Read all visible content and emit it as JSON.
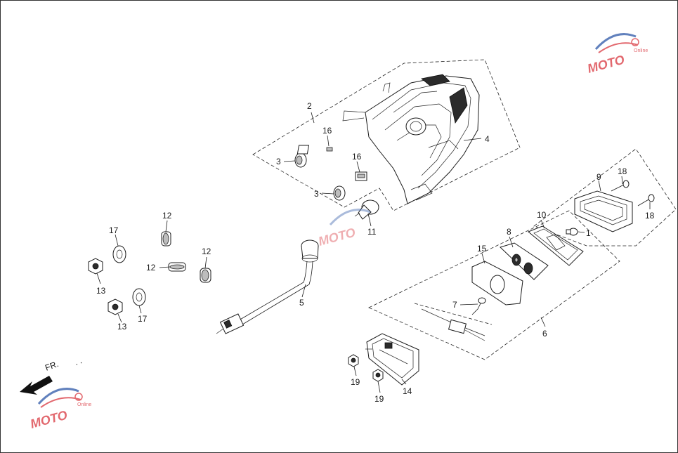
{
  "diagram": {
    "direction_label": "FR.",
    "watermark_text": "MOTO",
    "watermark_subtext": "Online",
    "colors": {
      "line": "#1a1a1a",
      "watermark_red": "#d9363e",
      "watermark_blue": "#2d57a8",
      "background": "#ffffff"
    },
    "callouts": {
      "c1": "1",
      "c2": "2",
      "c3a": "3",
      "c3b": "3",
      "c4": "4",
      "c5": "5",
      "c6": "6",
      "c7": "7",
      "c8": "8",
      "c9": "9",
      "c10": "10",
      "c11": "11",
      "c12a": "12",
      "c12b": "12",
      "c12c": "12",
      "c13a": "13",
      "c13b": "13",
      "c14": "14",
      "c15": "15",
      "c16a": "16",
      "c16b": "16",
      "c17a": "17",
      "c17b": "17",
      "c18a": "18",
      "c18b": "18",
      "c19a": "19",
      "c19b": "19"
    }
  }
}
